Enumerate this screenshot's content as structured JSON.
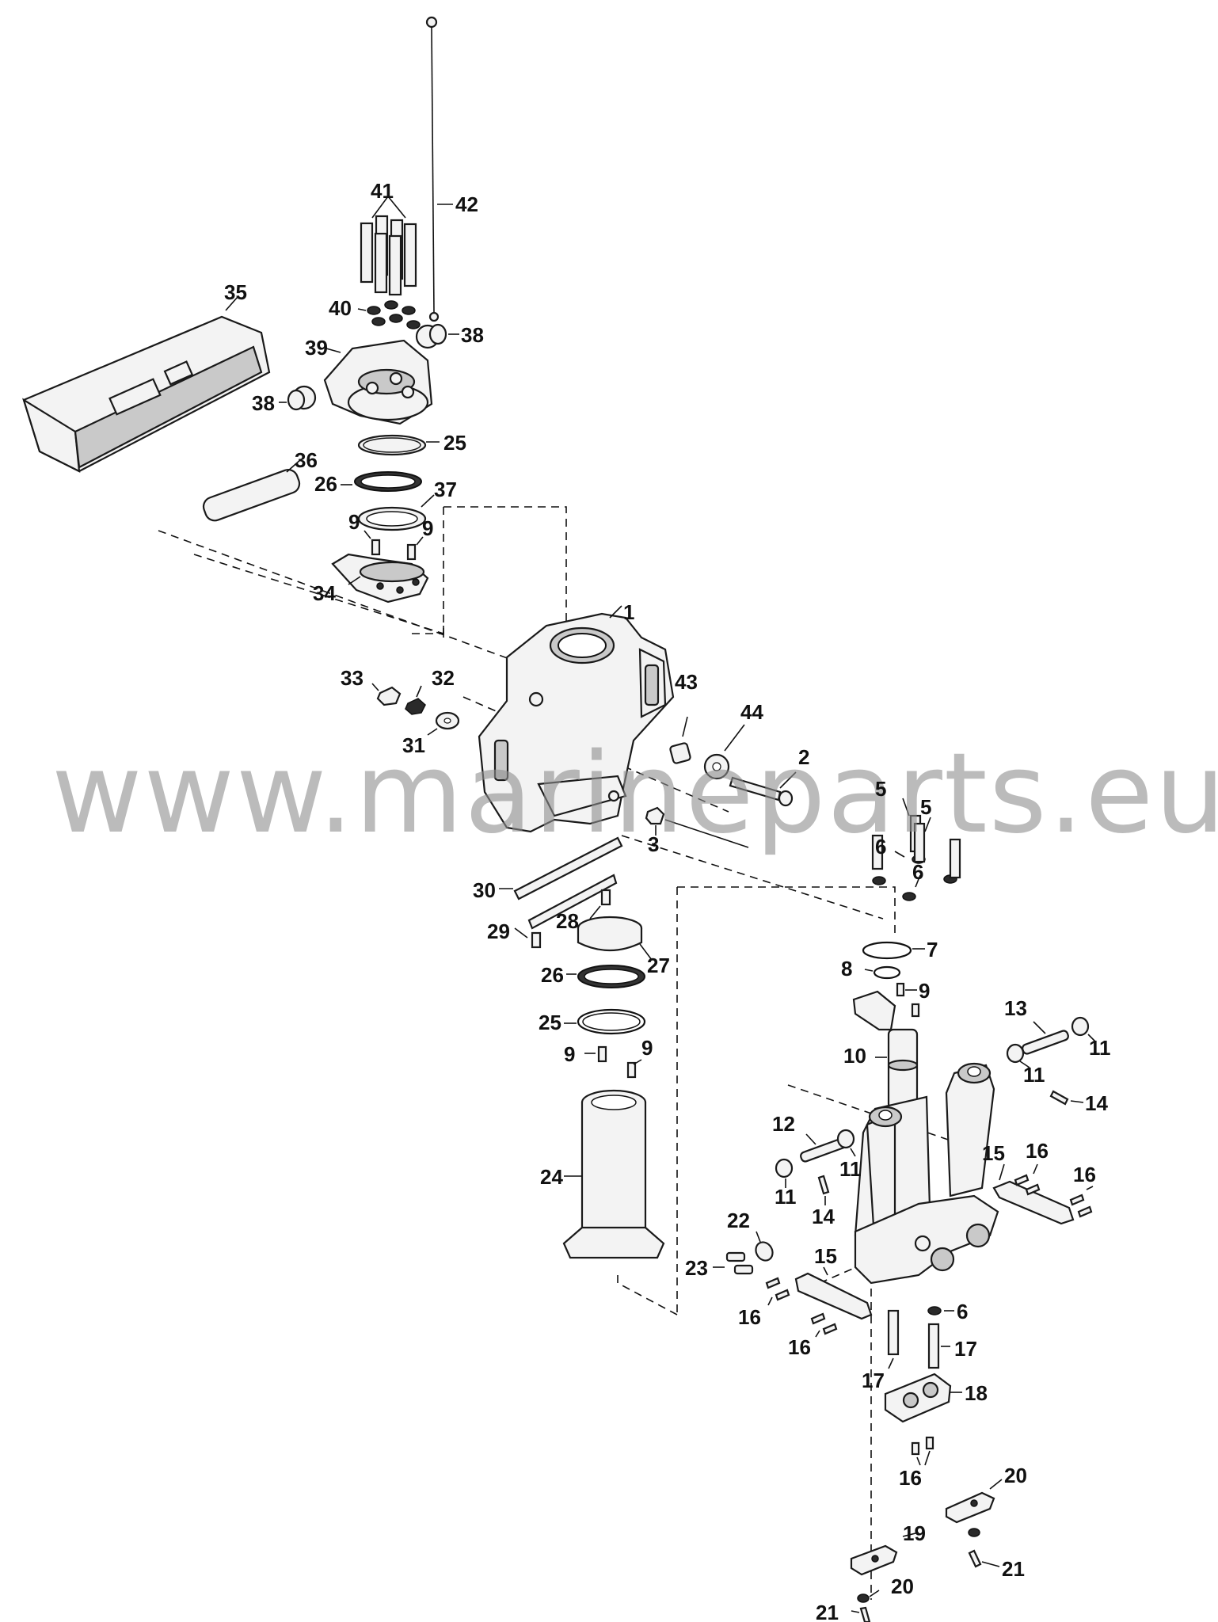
{
  "watermark": "www.marineparts.eu",
  "accent_colors": {
    "line": "#1a1a1a",
    "watermark": "#8f8f8f",
    "background": "#ffffff"
  },
  "callouts": [
    {
      "id": "c1",
      "label": "1"
    },
    {
      "id": "c2",
      "label": "2"
    },
    {
      "id": "c3",
      "label": "3"
    },
    {
      "id": "c5a",
      "label": "5"
    },
    {
      "id": "c5b",
      "label": "5"
    },
    {
      "id": "c6a",
      "label": "6"
    },
    {
      "id": "c6b",
      "label": "6"
    },
    {
      "id": "c6c",
      "label": "6"
    },
    {
      "id": "c7",
      "label": "7"
    },
    {
      "id": "c8",
      "label": "8"
    },
    {
      "id": "c9a",
      "label": "9"
    },
    {
      "id": "c9b",
      "label": "9"
    },
    {
      "id": "c9c",
      "label": "9"
    },
    {
      "id": "c9d",
      "label": "9"
    },
    {
      "id": "c9e",
      "label": "9"
    },
    {
      "id": "c10",
      "label": "10"
    },
    {
      "id": "c11a",
      "label": "11"
    },
    {
      "id": "c11b",
      "label": "11"
    },
    {
      "id": "c11c",
      "label": "11"
    },
    {
      "id": "c11d",
      "label": "11"
    },
    {
      "id": "c12",
      "label": "12"
    },
    {
      "id": "c13",
      "label": "13"
    },
    {
      "id": "c14a",
      "label": "14"
    },
    {
      "id": "c14b",
      "label": "14"
    },
    {
      "id": "c15a",
      "label": "15"
    },
    {
      "id": "c15b",
      "label": "15"
    },
    {
      "id": "c16a",
      "label": "16"
    },
    {
      "id": "c16b",
      "label": "16"
    },
    {
      "id": "c16c",
      "label": "16"
    },
    {
      "id": "c16d",
      "label": "16"
    },
    {
      "id": "c16e",
      "label": "16"
    },
    {
      "id": "c17a",
      "label": "17"
    },
    {
      "id": "c17b",
      "label": "17"
    },
    {
      "id": "c18",
      "label": "18"
    },
    {
      "id": "c19",
      "label": "19"
    },
    {
      "id": "c20a",
      "label": "20"
    },
    {
      "id": "c20b",
      "label": "20"
    },
    {
      "id": "c21a",
      "label": "21"
    },
    {
      "id": "c21b",
      "label": "21"
    },
    {
      "id": "c22",
      "label": "22"
    },
    {
      "id": "c23",
      "label": "23"
    },
    {
      "id": "c24",
      "label": "24"
    },
    {
      "id": "c25a",
      "label": "25"
    },
    {
      "id": "c25b",
      "label": "25"
    },
    {
      "id": "c26a",
      "label": "26"
    },
    {
      "id": "c26b",
      "label": "26"
    },
    {
      "id": "c27",
      "label": "27"
    },
    {
      "id": "c28",
      "label": "28"
    },
    {
      "id": "c29",
      "label": "29"
    },
    {
      "id": "c30",
      "label": "30"
    },
    {
      "id": "c31",
      "label": "31"
    },
    {
      "id": "c32",
      "label": "32"
    },
    {
      "id": "c33",
      "label": "33"
    },
    {
      "id": "c34",
      "label": "34"
    },
    {
      "id": "c35",
      "label": "35"
    },
    {
      "id": "c36",
      "label": "36"
    },
    {
      "id": "c37",
      "label": "37"
    },
    {
      "id": "c38a",
      "label": "38"
    },
    {
      "id": "c38b",
      "label": "38"
    },
    {
      "id": "c39",
      "label": "39"
    },
    {
      "id": "c40",
      "label": "40"
    },
    {
      "id": "c41",
      "label": "41"
    },
    {
      "id": "c42",
      "label": "42"
    },
    {
      "id": "c43",
      "label": "43"
    },
    {
      "id": "c44",
      "label": "44"
    }
  ]
}
